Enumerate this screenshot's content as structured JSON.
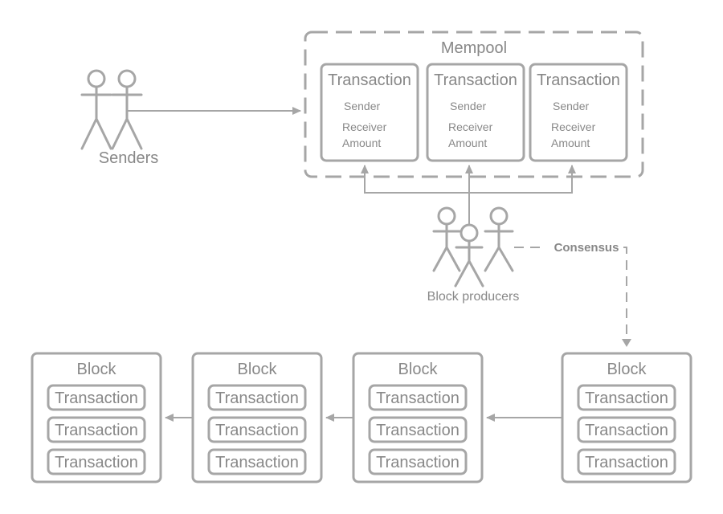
{
  "diagram": {
    "mempool": {
      "label": "Mempool",
      "transactions": [
        {
          "title": "Transaction",
          "sender": "Sender",
          "receiver": "Receiver",
          "amount": "Amount"
        },
        {
          "title": "Transaction",
          "sender": "Sender",
          "receiver": "Receiver",
          "amount": "Amount"
        },
        {
          "title": "Transaction",
          "sender": "Sender",
          "receiver": "Receiver",
          "amount": "Amount"
        }
      ]
    },
    "senders_label": "Senders",
    "producers_label": "Block producers",
    "consensus_label": "Consensus",
    "blocks": [
      {
        "title": "Block",
        "transactions": [
          "Transaction",
          "Transaction",
          "Transaction"
        ]
      },
      {
        "title": "Block",
        "transactions": [
          "Transaction",
          "Transaction",
          "Transaction"
        ]
      },
      {
        "title": "Block",
        "transactions": [
          "Transaction",
          "Transaction",
          "Transaction"
        ]
      },
      {
        "title": "Block",
        "transactions": [
          "Transaction",
          "Transaction",
          "Transaction"
        ]
      }
    ],
    "colors": {
      "stroke": "#a6a6a6",
      "text": "#888888",
      "background": "#ffffff"
    }
  }
}
